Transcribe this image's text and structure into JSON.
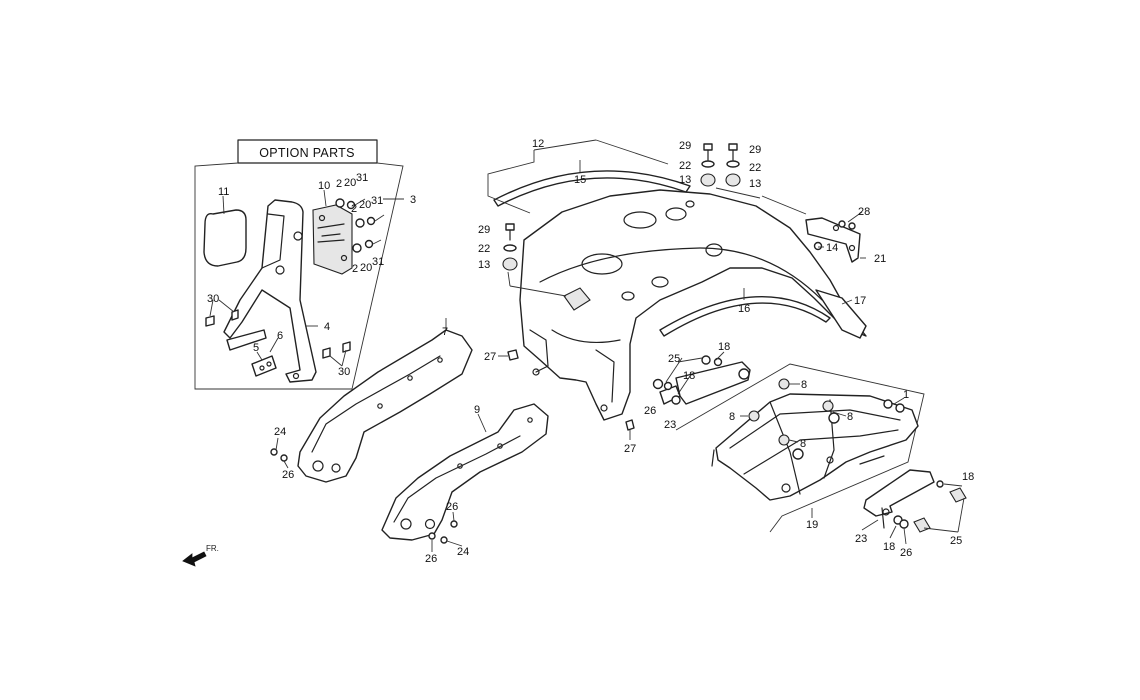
{
  "option_box": {
    "title": "OPTION PARTS"
  },
  "direction": {
    "label": "FR."
  },
  "callouts": [
    {
      "id": "c3",
      "text": "3"
    },
    {
      "id": "c4",
      "text": "4"
    },
    {
      "id": "c5",
      "text": "5"
    },
    {
      "id": "c6",
      "text": "6"
    },
    {
      "id": "c10",
      "text": "10"
    },
    {
      "id": "c11",
      "text": "11"
    },
    {
      "id": "c2a",
      "text": "2"
    },
    {
      "id": "c20a",
      "text": "20"
    },
    {
      "id": "c31a",
      "text": "31"
    },
    {
      "id": "c2b",
      "text": "2"
    },
    {
      "id": "c20b",
      "text": "20"
    },
    {
      "id": "c31b",
      "text": "31"
    },
    {
      "id": "c2c",
      "text": "2"
    },
    {
      "id": "c20c",
      "text": "20"
    },
    {
      "id": "c31c",
      "text": "31"
    },
    {
      "id": "c30a",
      "text": "30"
    },
    {
      "id": "c30b",
      "text": "30"
    },
    {
      "id": "c7",
      "text": "7"
    },
    {
      "id": "c9",
      "text": "9"
    },
    {
      "id": "c24a",
      "text": "24"
    },
    {
      "id": "c26a",
      "text": "26"
    },
    {
      "id": "c26b",
      "text": "26"
    },
    {
      "id": "c24b",
      "text": "24"
    },
    {
      "id": "c26c",
      "text": "26"
    },
    {
      "id": "c12",
      "text": "12"
    },
    {
      "id": "c15",
      "text": "15"
    },
    {
      "id": "c16",
      "text": "16"
    },
    {
      "id": "c17",
      "text": "17"
    },
    {
      "id": "c29a",
      "text": "29"
    },
    {
      "id": "c22a",
      "text": "22"
    },
    {
      "id": "c13a",
      "text": "13"
    },
    {
      "id": "c29b",
      "text": "29"
    },
    {
      "id": "c22b",
      "text": "22"
    },
    {
      "id": "c13b",
      "text": "13"
    },
    {
      "id": "c29c",
      "text": "29"
    },
    {
      "id": "c22c",
      "text": "22"
    },
    {
      "id": "c13c",
      "text": "13"
    },
    {
      "id": "c28",
      "text": "28"
    },
    {
      "id": "c14",
      "text": "14"
    },
    {
      "id": "c21",
      "text": "21"
    },
    {
      "id": "c27a",
      "text": "27"
    },
    {
      "id": "c27b",
      "text": "27"
    },
    {
      "id": "c25a",
      "text": "25"
    },
    {
      "id": "c18a",
      "text": "18"
    },
    {
      "id": "c18b",
      "text": "18"
    },
    {
      "id": "c26d",
      "text": "26"
    },
    {
      "id": "c23a",
      "text": "23"
    },
    {
      "id": "c8a",
      "text": "8"
    },
    {
      "id": "c8b",
      "text": "8"
    },
    {
      "id": "c8c",
      "text": "8"
    },
    {
      "id": "c8d",
      "text": "8"
    },
    {
      "id": "c1",
      "text": "1"
    },
    {
      "id": "c19",
      "text": "19"
    },
    {
      "id": "c18c",
      "text": "18"
    },
    {
      "id": "c23b",
      "text": "23"
    },
    {
      "id": "c18d",
      "text": "18"
    },
    {
      "id": "c26e",
      "text": "26"
    },
    {
      "id": "c25b",
      "text": "25"
    }
  ]
}
